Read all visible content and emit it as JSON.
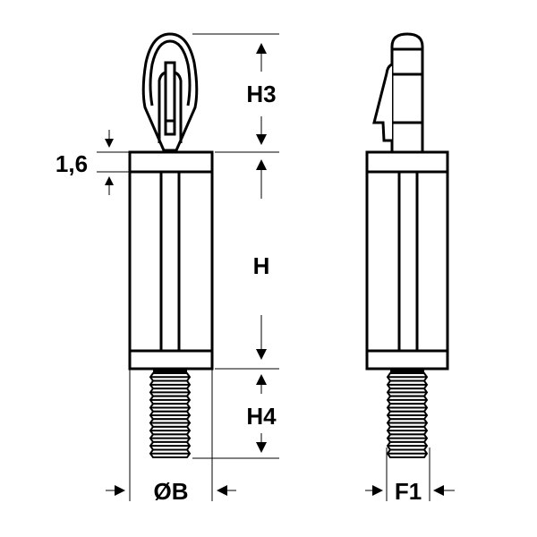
{
  "dimensions": {
    "h3": "H3",
    "h": "H",
    "h4": "H4",
    "collar": "1,6",
    "diameter_b": "ØB",
    "f1": "F1"
  },
  "colors": {
    "line": "#000000",
    "background": "#ffffff"
  }
}
